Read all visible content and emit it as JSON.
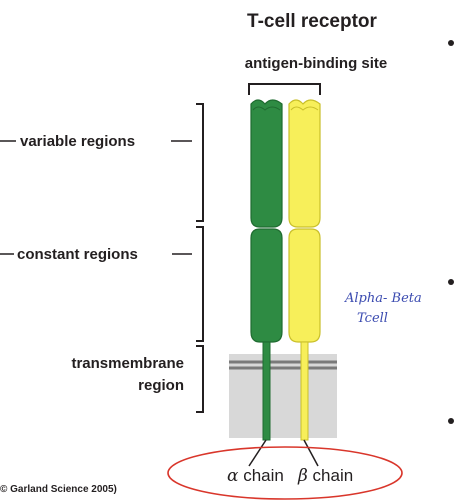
{
  "diagram": {
    "title": "T-cell receptor",
    "binding_site_label": "antigen-binding site",
    "regions": {
      "variable": "variable regions",
      "constant": "constant regions",
      "transmembrane_line1": "transmembrane",
      "transmembrane_line2": "region"
    },
    "chains": {
      "alpha_symbol": "α",
      "alpha_word": " chain",
      "beta_symbol": "β",
      "beta_word": " chain"
    },
    "copyright": "© Garland Science 2005)",
    "handwritten_note_line1": "Alpha- Beta",
    "handwritten_note_line2": "Tcell"
  },
  "colors": {
    "alpha_chain": "#2e8b43",
    "alpha_chain_dark": "#1f6b30",
    "beta_chain": "#f7ef5a",
    "beta_chain_dark": "#c9bf2a",
    "membrane": "#d8d8d8",
    "membrane_lines": "#7a7a7a",
    "annotation_ellipse": "#d9362b",
    "handwriting": "#3b4bb0",
    "text": "#231f20"
  },
  "icons": [
    "bullet-dot"
  ]
}
